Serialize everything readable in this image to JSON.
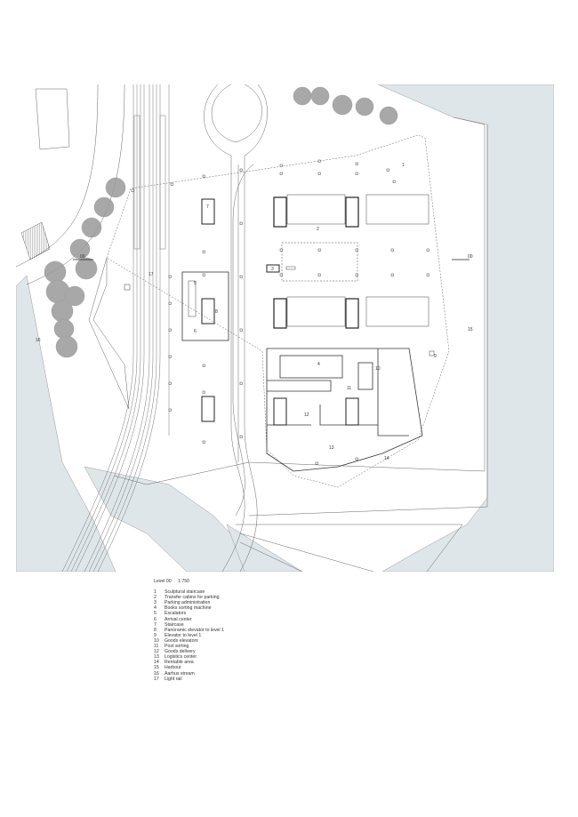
{
  "drawing": {
    "title": "Level 00",
    "scale": "1:750",
    "colors": {
      "water": "#dfe6ea",
      "line": "#555555",
      "tree": "#9a9a9a",
      "wall": "#333333"
    },
    "section_marker": "00",
    "plan_labels": [
      "1",
      "2",
      "3",
      "4",
      "5",
      "6",
      "7",
      "8",
      "9",
      "10",
      "11",
      "12",
      "13",
      "14",
      "15",
      "16",
      "17"
    ]
  },
  "legend": [
    {
      "num": "1",
      "text": "Sculptural staircase"
    },
    {
      "num": "2",
      "text": "Transfer cabins for parking"
    },
    {
      "num": "3",
      "text": "Parking administration"
    },
    {
      "num": "4",
      "text": "Books sorting machine"
    },
    {
      "num": "5",
      "text": "Escalators"
    },
    {
      "num": "6",
      "text": "Arrival center"
    },
    {
      "num": "7",
      "text": "Staircase"
    },
    {
      "num": "8",
      "text": "Panoramic elevator to level 1"
    },
    {
      "num": "9",
      "text": "Elevator to level 1"
    },
    {
      "num": "10",
      "text": "Goods elevators"
    },
    {
      "num": "11",
      "text": "Post sorting"
    },
    {
      "num": "12",
      "text": "Goods delivery"
    },
    {
      "num": "13",
      "text": "Logistics center"
    },
    {
      "num": "14",
      "text": "Rentable area"
    },
    {
      "num": "15",
      "text": "Harbour"
    },
    {
      "num": "16",
      "text": "Aarhus stream"
    },
    {
      "num": "17",
      "text": "Light rail"
    }
  ]
}
